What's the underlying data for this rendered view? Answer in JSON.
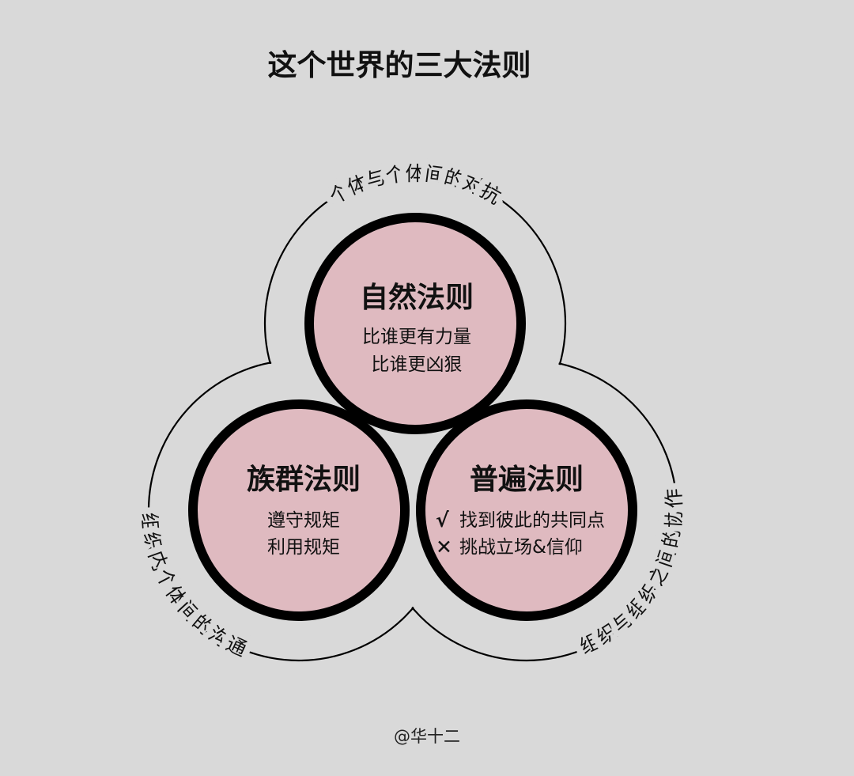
{
  "title": "这个世界的三大法则",
  "colors": {
    "background": "#d9d9d9",
    "circle_fill": "#dfbac0",
    "stroke": "#000000"
  },
  "circles": {
    "top": {
      "title": "自然法则",
      "lines": [
        "比谁更有力量",
        "比谁更凶狠"
      ]
    },
    "left": {
      "title": "族群法则",
      "lines": [
        "遵守规矩",
        "利用规矩"
      ]
    },
    "right": {
      "title": "普遍法则",
      "items": [
        {
          "icon": "check-icon",
          "symbol": "√",
          "text": "找到彼此的共同点"
        },
        {
          "icon": "cross-icon",
          "symbol": "✕",
          "text": "挑战立场&信仰"
        }
      ]
    }
  },
  "arc_labels": {
    "top": "个体与个体间的对抗",
    "left": "组织内个体间的沟通",
    "right": "组织与组织之间的协作"
  },
  "footer": "@华十二"
}
